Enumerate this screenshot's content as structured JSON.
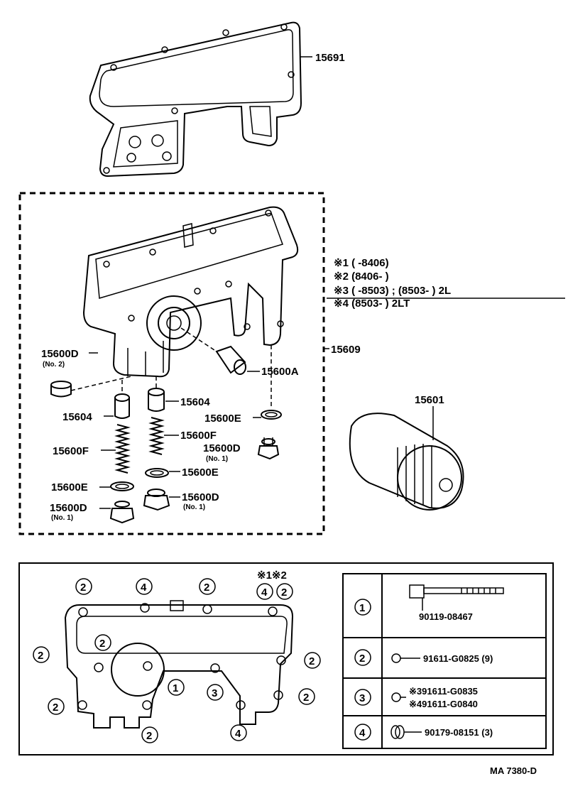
{
  "parts": {
    "gasket": "15691",
    "body": "15609",
    "plug_no2": "15600D",
    "plug_no2_sub": "(No. 2)",
    "relief_valve": "15600A",
    "piston_left": "15604",
    "piston_right": "15604",
    "spring_left": "15600F",
    "spring_right": "15600F",
    "gasket_e_right_top": "15600E",
    "gasket_e_mid": "15600E",
    "gasket_e_left": "15600E",
    "plug_d_right": "15600D",
    "plug_d_right_sub": "(No. 1)",
    "plug_d_center": "15600D",
    "plug_d_center_sub": "(No. 1)",
    "plug_d_left": "15600D",
    "plug_d_left_sub": "(No. 1)",
    "filter": "15601"
  },
  "notes": [
    "※1  (        -8406)",
    "※2  (8406-        )",
    "※3  (        -8503) ; (8503-         ) 2L",
    "※4  (8503-         ) 2LT"
  ],
  "bolt_diagram": {
    "top_note": "※1※2",
    "markers": {
      "m_top1": "2",
      "m_top2": "4",
      "m_top3": "2",
      "m_top4a": "4",
      "m_top4b": "2",
      "m_in1": "2",
      "m_left1": "2",
      "m_left2": "2",
      "m_center1": "1",
      "m_center3": "3",
      "m_bottom2": "2",
      "m_bottom4": "4",
      "m_right1": "2",
      "m_right2": "2"
    }
  },
  "bolt_table": [
    {
      "key": "1",
      "lines": [
        "90119-08467"
      ]
    },
    {
      "key": "2",
      "lines": [
        "91611-G0825 (9)"
      ]
    },
    {
      "key": "3",
      "lines": [
        "※391611-G0835",
        "※491611-G0840"
      ]
    },
    {
      "key": "4",
      "lines": [
        "90179-08151 (3)"
      ]
    }
  ],
  "footer": "MA 7380-D"
}
